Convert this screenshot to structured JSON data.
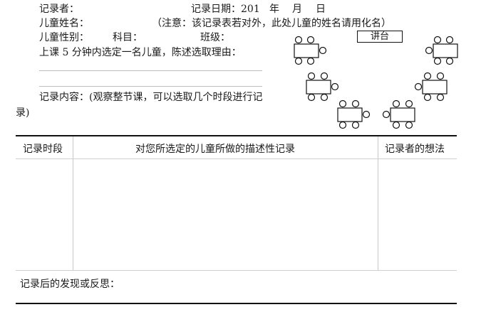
{
  "header": {
    "recorder_label": "记录者：",
    "date_label": "记录日期：201",
    "year_label": "年",
    "month_label": "月",
    "day_label": "日",
    "child_name_label": "儿童姓名：",
    "privacy_note": "（注意：该记录表若对外，此处儿童的姓名请用化名）",
    "child_gender_label": "儿童性别：",
    "subject_label": "科目：",
    "class_label": "班级：",
    "reason_prompt": "上课 5 分钟内选定一名儿童，陈述选取理由：",
    "content_prompt_line1": "记录内容：(观察整节课，可以选取几个时段进行记",
    "content_prompt_line2": "录)"
  },
  "seating": {
    "lectern_label": "讲台"
  },
  "table": {
    "headers": [
      "记录时段",
      "对您所选定的儿童所做的描述性记录",
      "记录者的想法"
    ]
  },
  "footer": {
    "reflection_label": "记录后的发现或反思："
  }
}
